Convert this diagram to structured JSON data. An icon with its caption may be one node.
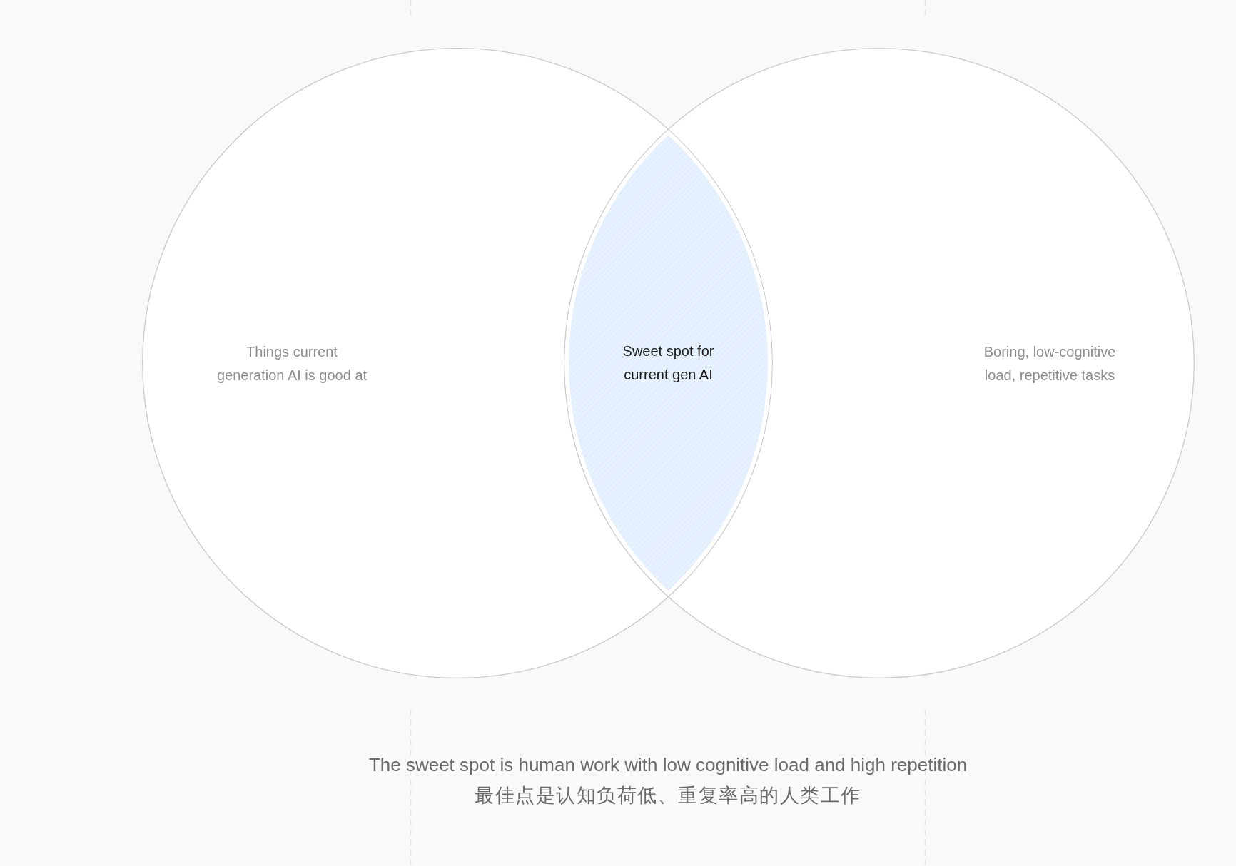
{
  "diagram": {
    "caption": "The sweet spot is human work with low cognitive load and high repetition",
    "nodes": [
      {
        "text": [
          "Things current generation AI is good at"
        ]
      },
      {
        "text": [
          "Sweet spot for current gen AI"
        ]
      },
      {
        "text": [
          "Boring, low-cognitive load, repetitive tasks"
        ]
      }
    ],
    "labels": [
      "最佳点是认知负荷低、重复率高的人类工作"
    ]
  }
}
